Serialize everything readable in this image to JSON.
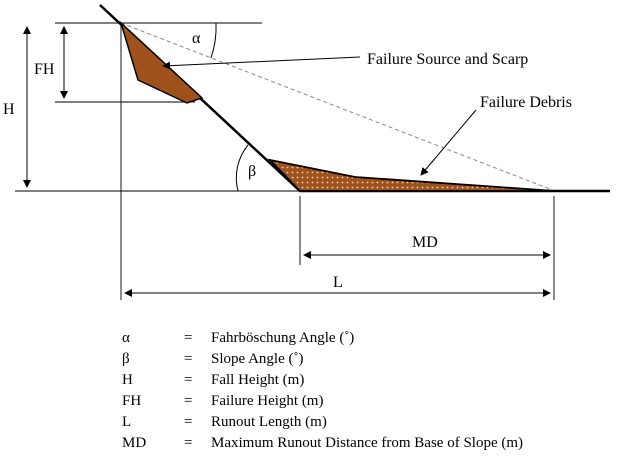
{
  "diagram": {
    "labels": {
      "alpha": "α",
      "beta": "β",
      "fh": "FH",
      "h": "H",
      "md": "MD",
      "l": "L",
      "failure_source": "Failure Source and Scarp",
      "failure_debris": "Failure Debris"
    },
    "colors": {
      "line": "#000000",
      "dashed": "#888888",
      "debris_fill": "#a0521d",
      "debris_dots": "#f3d7b4"
    }
  },
  "legend": [
    {
      "symbol": "α",
      "eq": "=",
      "definition": "Fahrböschung Angle (˚)"
    },
    {
      "symbol": "β",
      "eq": "=",
      "definition": "Slope Angle (˚)"
    },
    {
      "symbol": "H",
      "eq": "=",
      "definition": "Fall Height (m)"
    },
    {
      "symbol": "FH",
      "eq": "=",
      "definition": "Failure Height (m)"
    },
    {
      "symbol": "L",
      "eq": "=",
      "definition": "Runout Length (m)"
    },
    {
      "symbol": "MD",
      "eq": "=",
      "definition": "Maximum Runout Distance from Base of Slope (m)"
    }
  ]
}
